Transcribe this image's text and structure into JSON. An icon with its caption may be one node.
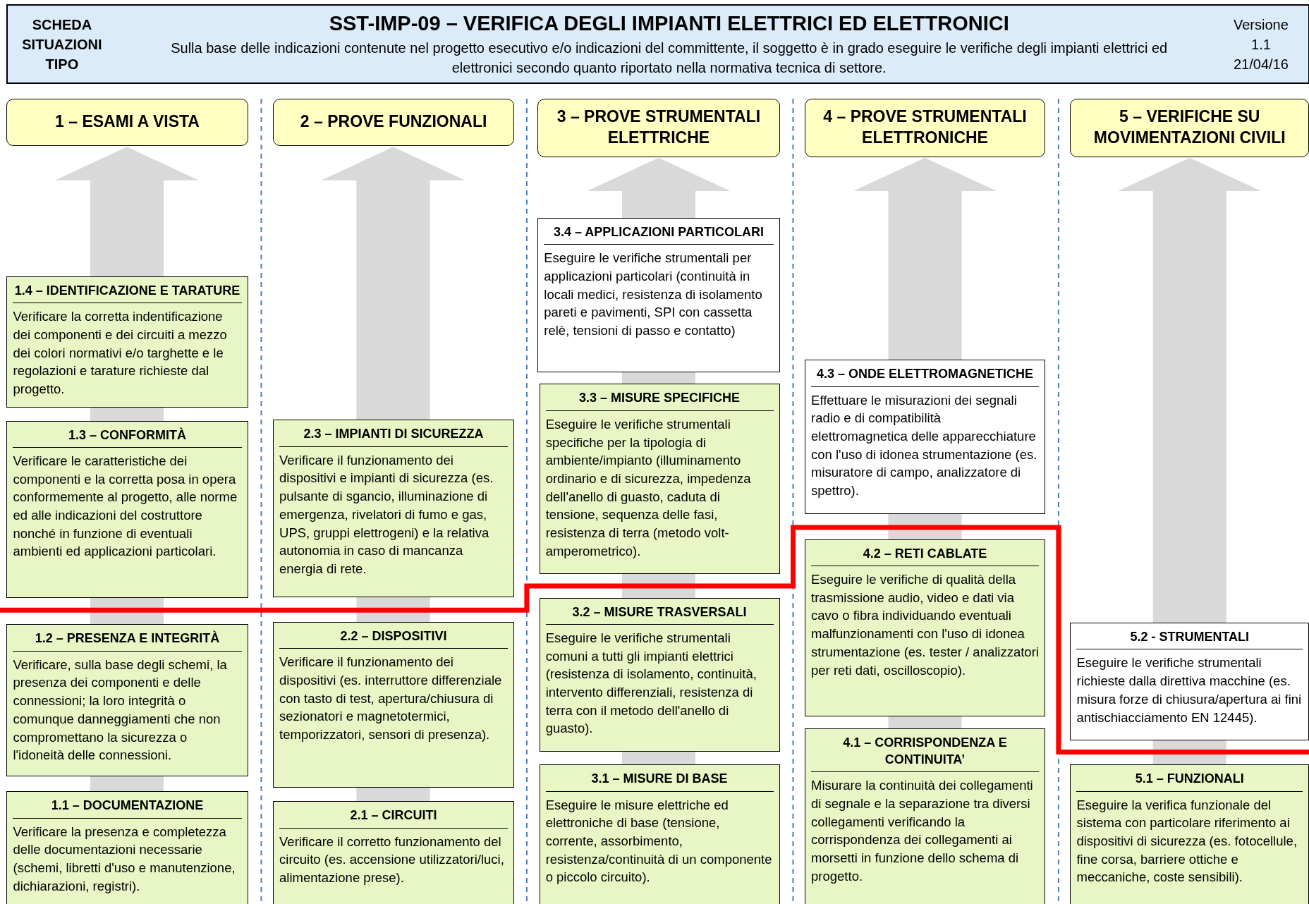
{
  "diagram": {
    "title": "SST-IMP-09 – VERIFICA DEGLI IMPIANTI ELETTRICI ED ELETTRONICI",
    "nodes": [
      {
        "text": [
          "1 – ESAMI A VISTA"
        ]
      },
      {
        "text": [
          "1.4 – IDENTIFICAZIONE E TARATURE",
          "Verificare la corretta indentificazione dei componenti e dei circuiti a mezzo dei colori normativi e/o targhette e le regolazioni e tarature richieste dal progetto."
        ]
      },
      {
        "text": [
          "1.3 – CONFORMITÀ",
          "Verificare le caratteristiche dei componenti e la corretta posa in opera conformemente al progetto, alle norme ed alle indicazioni del costruttore nonché in funzione di eventuali ambienti ed applicazioni particolari."
        ]
      },
      {
        "text": [
          "1.2 – PRESENZA E INTEGRITÀ",
          "Verificare, sulla base degli schemi, la presenza dei componenti e delle connessioni; la loro integrità o comunque danneggiamenti che non compromettano la sicurezza o l'idoneità delle connessioni."
        ]
      },
      {
        "text": [
          "1.1 – DOCUMENTAZIONE",
          "Verificare la presenza e completezza delle documentazioni necessarie (schemi, libretti d'uso e manutenzione, dichiarazioni, registri)."
        ]
      },
      {
        "text": [
          "2 – PROVE FUNZIONALI"
        ]
      },
      {
        "text": [
          "2.3 – IMPIANTI DI SICUREZZA",
          "Verificare il funzionamento dei dispositivi e impianti di sicurezza (es. pulsante di sgancio, illuminazione di emergenza, rivelatori di fumo e gas, UPS, gruppi elettrogeni) e la relativa autonomia in caso di mancanza energia di rete."
        ]
      },
      {
        "text": [
          "2.2 – DISPOSITIVI",
          "Verificare il funzionamento dei dispositivi (es. interruttore differenziale con tasto di test, apertura/chiusura di sezionatori e magnetotermici, temporizzatori, sensori di presenza)."
        ]
      },
      {
        "text": [
          "2.1 – CIRCUITI",
          "Verificare il corretto funzionamento del circuito (es. accensione utilizzatori/luci, alimentazione prese)."
        ]
      },
      {
        "text": [
          "3 – PROVE STRUMENTALI ELETTRICHE"
        ]
      },
      {
        "text": [
          "3.4 – APPLICAZIONI PARTICOLARI",
          "Eseguire le verifiche strumentali per applicazioni particolari (continuità in locali medici, resistenza di isolamento pareti e pavimenti, SPI con cassetta relè, tensioni di passo e contatto)"
        ]
      },
      {
        "text": [
          "3.3 – MISURE SPECIFICHE",
          "Eseguire le verifiche strumentali specifiche per la tipologia di ambiente/impianto (illuminamento ordinario e di sicurezza, impedenza dell'anello di guasto, caduta di tensione, sequenza delle fasi, resistenza di terra (metodo volt-amperometrico)."
        ]
      },
      {
        "text": [
          "3.2 – MISURE TRASVERSALI",
          "Eseguire le verifiche strumentali comuni a tutti gli impianti elettrici (resistenza di isolamento, continuità, intervento differenziali, resistenza di terra con il metodo dell'anello di guasto)."
        ]
      },
      {
        "text": [
          "3.1 – MISURE DI BASE",
          "Eseguire le misure elettriche ed elettroniche di base (tensione, corrente, assorbimento, resistenza/continuità di un componente o piccolo circuito)."
        ]
      },
      {
        "text": [
          "4 – PROVE STRUMENTALI ELETTRONICHE"
        ]
      },
      {
        "text": [
          "4.3 – ONDE ELETTROMAGNETICHE",
          "Effettuare le misurazioni dei segnali radio e di compatibilità elettromagnetica delle apparecchiature con l'uso di idonea strumentazione (es. misuratore di campo, analizzatore di spettro)."
        ]
      },
      {
        "text": [
          "4.2 – RETI CABLATE",
          "Eseguire le verifiche di qualità della trasmissione audio, video e dati via cavo o fibra individuando eventuali malfunzionamenti con l'uso di idonea strumentazione (es. tester / analizzatori per reti dati, oscilloscopio)."
        ]
      },
      {
        "text": [
          "4.1 – CORRISPONDENZA E CONTINUITA’",
          "Misurare la continuità dei collegamenti di segnale e la separazione tra diversi collegamenti verificando la corrispondenza dei collegamenti ai morsetti in funzione dello schema di progetto."
        ]
      },
      {
        "text": [
          "5 – VERIFICHE SU MOVIMENTAZIONI CIVILI"
        ]
      },
      {
        "text": [
          "5.2 - STRUMENTALI",
          "Eseguire le verifiche strumentali richieste dalla direttiva macchine (es. misura forze di chiusura/apertura ai fini antischiacciamento EN 12445)."
        ]
      },
      {
        "text": [
          "5.1 – FUNZIONALI",
          "Eseguire la verifica funzionale del sistema con particolare riferimento ai dispositivi di sicurezza (es. fotocellule, fine corsa, barriere ottiche e meccaniche, coste sensibili)."
        ]
      }
    ],
    "labels": [
      "SCHEDA SITUAZIONI TIPO",
      "Sulla base delle indicazioni contenute nel progetto esecutivo e/o indicazioni del committente, il soggetto è in grado eseguire le verifiche degli impianti elettrici ed elettronici secondo quanto riportato nella normativa tecnica di settore.",
      "Versione",
      "1.1",
      "21/04/16"
    ]
  }
}
